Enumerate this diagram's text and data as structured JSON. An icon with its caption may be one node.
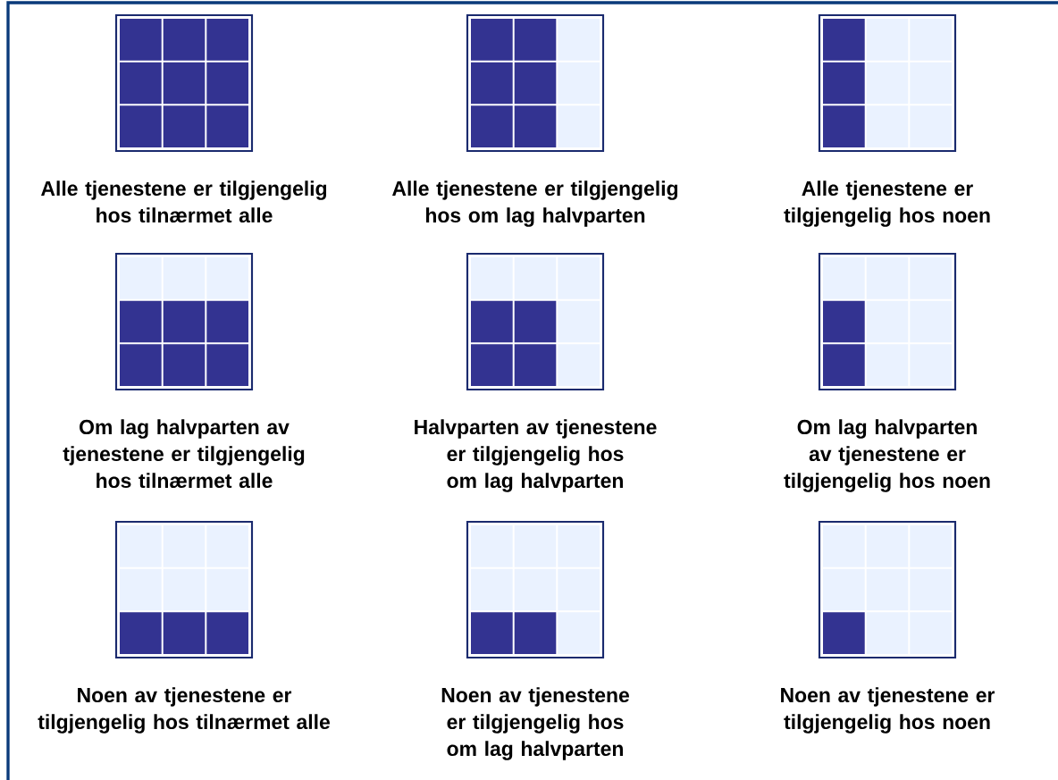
{
  "diagram": {
    "nodes": [
      {
        "text": [
          "Alle tjenestene er tilgjengelig hos tilnærmet alle"
        ]
      },
      {
        "text": [
          "Alle tjenestene er tilgjengelig hos om lag halvparten"
        ]
      },
      {
        "text": [
          "Alle tjenestene er tilgjengelig hos noen"
        ]
      },
      {
        "text": [
          "Om lag halvparten av tjenestene er tilgjengelig hos tilnærmet alle"
        ]
      },
      {
        "text": [
          "Halvparten av tjenestene er tilgjengelig hos om lag halvparten"
        ]
      },
      {
        "text": [
          "Om lag halvparten av tjenestene er tilgjengelig hos noen"
        ]
      },
      {
        "text": [
          "Noen av tjenestene er tilgjengelig hos tilnærmet alle"
        ]
      },
      {
        "text": [
          "Noen av tjenestene er tilgjengelig hos om lag halvparten"
        ]
      },
      {
        "text": [
          "Noen av tjenestene er tilgjengelig hos noen"
        ]
      }
    ]
  }
}
